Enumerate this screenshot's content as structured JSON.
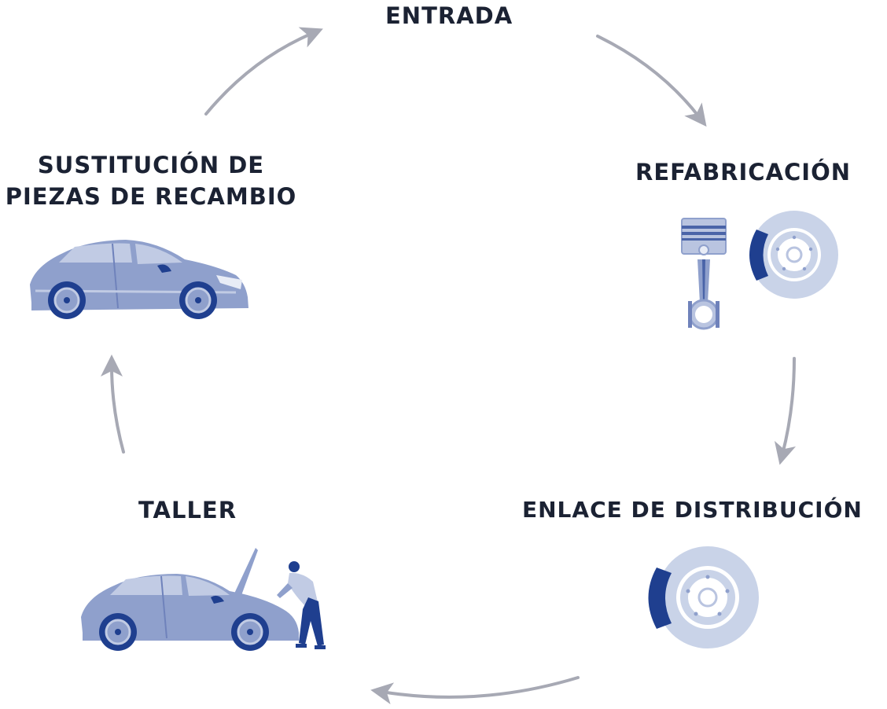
{
  "diagram": {
    "steps": [
      {
        "id": "entrada",
        "label": "ENTRADA"
      },
      {
        "id": "refabricacion",
        "label": "REFABRICACIÓN"
      },
      {
        "id": "enlace",
        "label": "ENLACE DE DISTRIBUCIÓN"
      },
      {
        "id": "taller",
        "label": "TALLER"
      },
      {
        "id": "sustitucion",
        "label_line1": "SUSTITUCIÓN DE",
        "label_line2": "PIEZAS DE RECAMBIO"
      }
    ],
    "colors": {
      "text": "#1b2233",
      "arrow": "#a7a9b4",
      "car_body": "#8fa0cc",
      "car_light": "#c1cbe4",
      "accent_dark": "#1f3f8f",
      "disc": "#c9d3e8"
    },
    "icons": [
      "piston-icon",
      "brake-disc-icon",
      "car-icon",
      "mechanic-car-icon"
    ]
  }
}
